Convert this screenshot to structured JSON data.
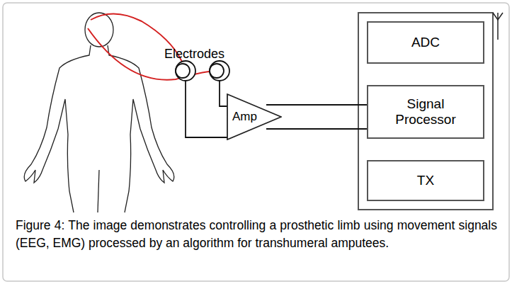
{
  "diagram": {
    "caption": "Figure 4: The image demonstrates controlling a prosthetic limb using movement signals (EEG, EMG) processed by an algorithm for transhumeral amputees.",
    "nodes": [
      {
        "text": [
          "Amp"
        ]
      },
      {
        "text": [
          "ADC"
        ]
      },
      {
        "text": [
          "Signal Processor"
        ]
      },
      {
        "text": [
          "TX"
        ]
      }
    ],
    "edges": [
      {
        "from": 0,
        "to": 2,
        "arrow": "none"
      }
    ],
    "labels": [
      "Electrodes"
    ]
  }
}
